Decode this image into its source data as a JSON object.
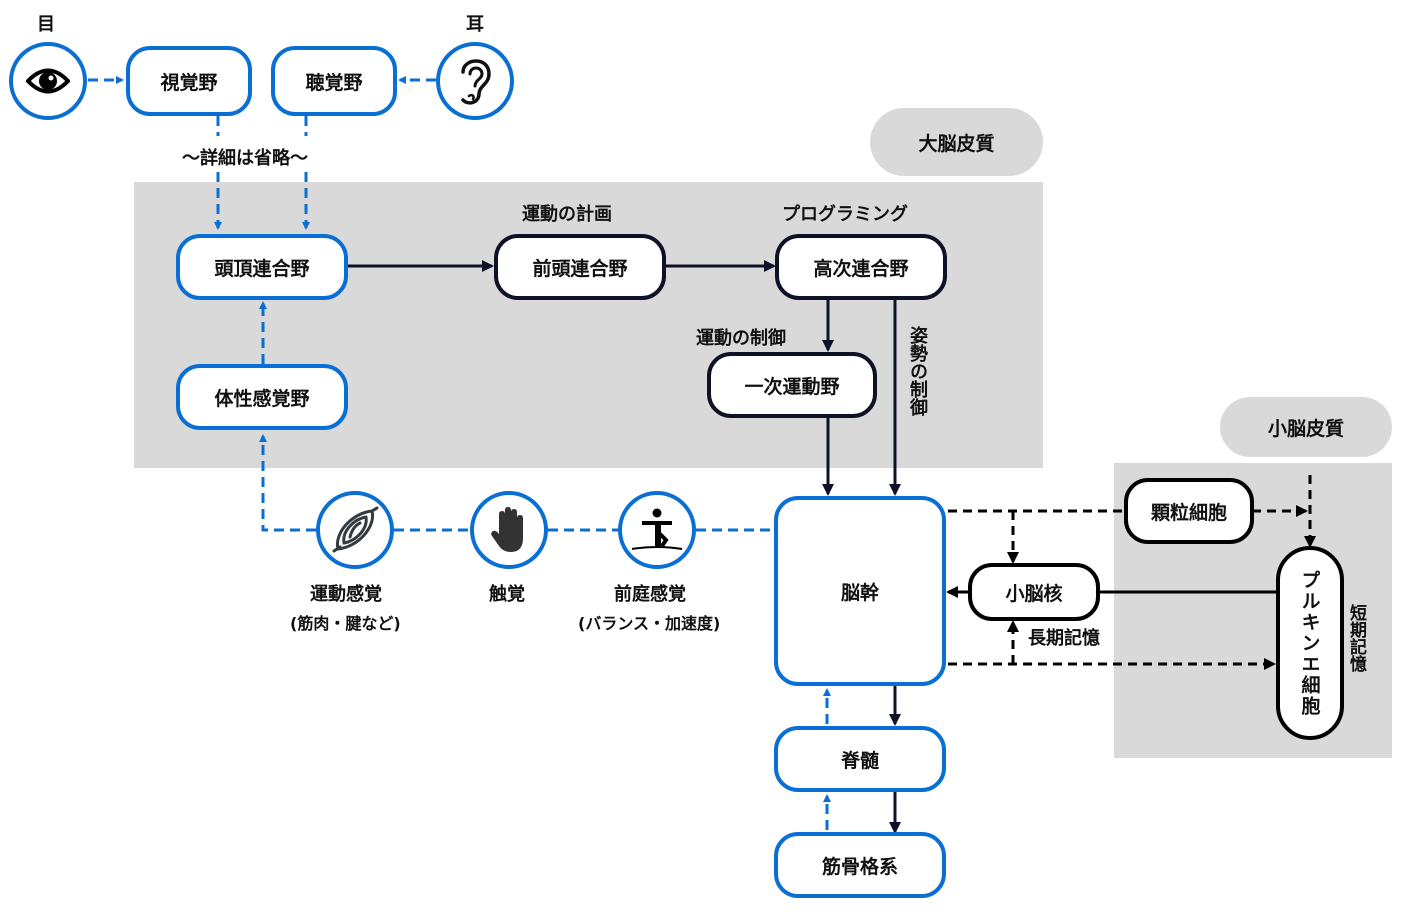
{
  "colors": {
    "sensory": "#0a6fd4",
    "motor": "#0d1226",
    "cerebellar": "#000000",
    "region": "#d9d9d9"
  },
  "regions": {
    "cerebral_cortex": "大脳皮質",
    "cerebellar_cortex": "小脳皮質"
  },
  "senses": {
    "eye_label": "目",
    "ear_label": "耳",
    "eye_icon": "eye-icon",
    "ear_icon": "ear-icon"
  },
  "nodes": {
    "visual_cortex": "視覚野",
    "auditory_cortex": "聴覚野",
    "parietal_association": "頭頂連合野",
    "frontal_association": "前頭連合野",
    "higher_association": "高次連合野",
    "primary_motor": "一次運動野",
    "somatosensory": "体性感覚野",
    "brainstem": "脳幹",
    "spinal_cord": "脊髄",
    "musculoskeletal": "筋骨格系",
    "cerebellar_nucleus": "小脳核",
    "granule_cell": "顆粒細胞",
    "purkinje_cell": "プルキンエ細胞"
  },
  "annotations": {
    "details_omitted": "〜詳細は省略〜",
    "motor_planning": "運動の計画",
    "programming": "プログラミング",
    "motor_control": "運動の制御",
    "posture_control": "姿勢の制御",
    "long_term_memory": "長期記憶",
    "short_term_memory": "短期記憶"
  },
  "receptors": [
    {
      "label": "運動感覚",
      "sub": "(筋肉・腱など)",
      "icon": "muscle-icon"
    },
    {
      "label": "触覚",
      "sub": "",
      "icon": "hand-icon"
    },
    {
      "label": "前庭感覚",
      "sub": "(バランス・加速度)",
      "icon": "balance-icon"
    }
  ]
}
